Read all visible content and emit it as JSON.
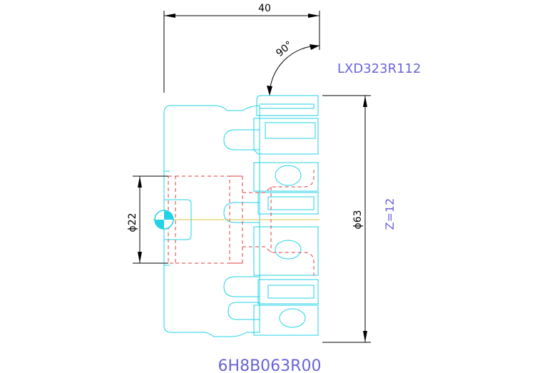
{
  "dimensions": {
    "length": "40",
    "angle": "90°",
    "bore_diameter": "ϕ22",
    "outer_diameter": "ϕ63"
  },
  "labels": {
    "insert_code": "LXD323R112",
    "teeth_count": "Z=12",
    "cutter_code": "6H8B063R00"
  },
  "colors": {
    "outline": "#22d3e6",
    "hidden_lines": "#e03c3c",
    "dimension_lines": "#000000",
    "annotation_text": "#6a63d8",
    "center_line": "#d8c24a"
  }
}
